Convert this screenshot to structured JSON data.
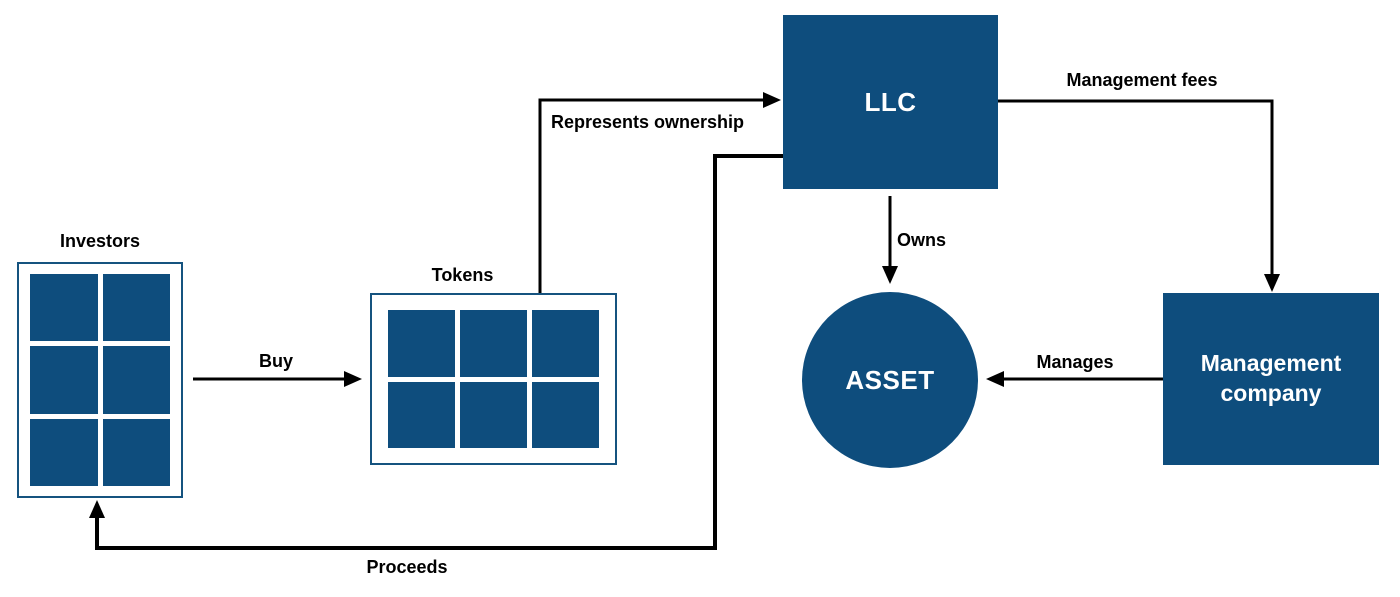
{
  "diagram": {
    "colors": {
      "background": "#ffffff",
      "node_fill": "#0e4d7d",
      "box_border": "#15537f",
      "arrow": "#000000",
      "label_text": "#000000",
      "node_text": "#ffffff"
    },
    "nodes": {
      "investors": {
        "label": "Investors",
        "type": "outlined-grid-box",
        "cell_count": 6,
        "grid": "2x3"
      },
      "tokens": {
        "label": "Tokens",
        "type": "outlined-grid-box",
        "cell_count": 6,
        "grid": "3x2"
      },
      "llc": {
        "label": "LLC",
        "type": "filled-square"
      },
      "asset": {
        "label": "ASSET",
        "type": "filled-circle"
      },
      "management_company": {
        "label": "Management company",
        "type": "filled-rectangle"
      }
    },
    "edges": {
      "buy": {
        "label": "Buy",
        "from": "investors",
        "to": "tokens"
      },
      "represents_ownership": {
        "label": "Represents ownership",
        "from": "tokens",
        "to": "llc"
      },
      "management_fees": {
        "label": "Management fees",
        "from": "llc",
        "to": "management_company"
      },
      "owns": {
        "label": "Owns",
        "from": "llc",
        "to": "asset"
      },
      "manages": {
        "label": "Manages",
        "from": "management_company",
        "to": "asset"
      },
      "proceeds": {
        "label": "Proceeds",
        "from": "llc",
        "to": "investors"
      }
    }
  }
}
